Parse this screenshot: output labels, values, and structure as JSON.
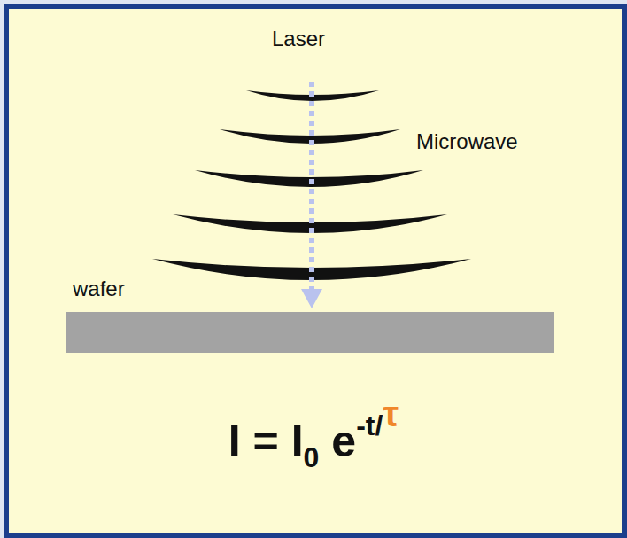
{
  "diagram": {
    "labels": [
      "Laser",
      "Microwave",
      "wafer",
      "I = I",
      "0",
      "e",
      "-t/",
      "τ"
    ]
  }
}
